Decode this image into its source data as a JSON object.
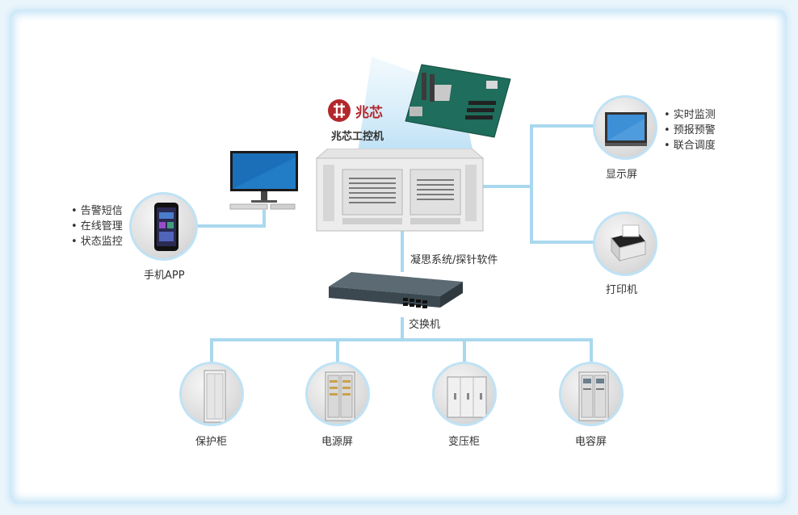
{
  "brand": {
    "logo_name": "兆芯",
    "subtitle": "兆芯工控机",
    "logo_glyph": "芯-logo-icon",
    "brand_color": "#b3272c"
  },
  "center": {
    "software_label": "凝思系统/探针软件",
    "switch_label": "交换机"
  },
  "left": {
    "phone_label": "手机APP",
    "phone_features": [
      "• 告警短信",
      "• 在线管理",
      "• 状态监控"
    ]
  },
  "right": {
    "display_label": "显示屏",
    "display_features": [
      "• 实时监测",
      "• 预报预警",
      "• 联合调度"
    ],
    "printer_label": "打印机"
  },
  "bottom": [
    {
      "label": "保护柜",
      "icon": "protection-cabinet-icon"
    },
    {
      "label": "电源屏",
      "icon": "power-panel-icon"
    },
    {
      "label": "变压柜",
      "icon": "transformer-cabinet-icon"
    },
    {
      "label": "电容屏",
      "icon": "capacitor-panel-icon"
    }
  ],
  "colors": {
    "line": "#a9d8ee",
    "circle_border": "#bfe2f5",
    "frame_glow": "#c9e6f7"
  }
}
